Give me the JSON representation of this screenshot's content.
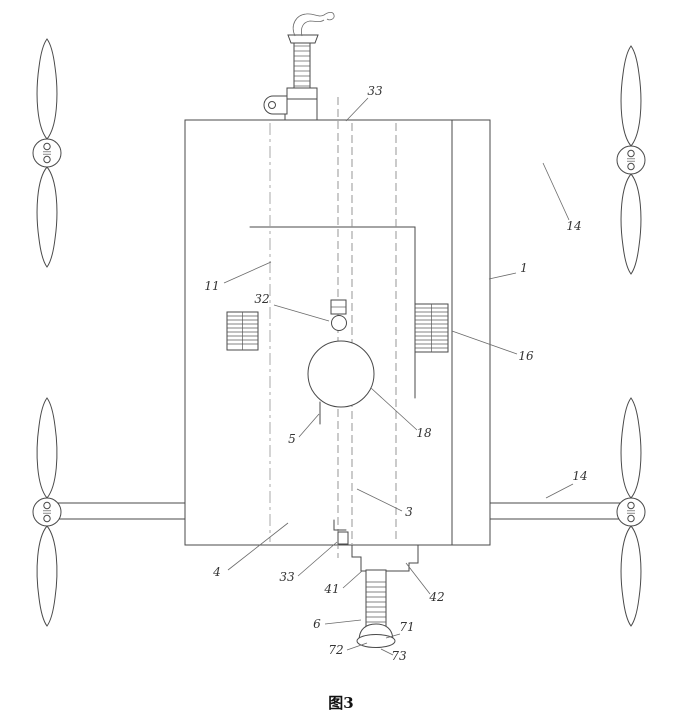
{
  "figure": {
    "caption": "图3",
    "colors": {
      "line": "#4a4a4a",
      "background": "#ffffff"
    },
    "labels": [
      {
        "text": "33",
        "position": "top-center"
      },
      {
        "text": "14",
        "position": "upper-right"
      },
      {
        "text": "1",
        "position": "right"
      },
      {
        "text": "11",
        "position": "left"
      },
      {
        "text": "32",
        "position": "left-center"
      },
      {
        "text": "16",
        "position": "right-center"
      },
      {
        "text": "5",
        "position": "center-left"
      },
      {
        "text": "18",
        "position": "center"
      },
      {
        "text": "14",
        "position": "right-lower"
      },
      {
        "text": "3",
        "position": "center-lower"
      },
      {
        "text": "4",
        "position": "bottom-left"
      },
      {
        "text": "33",
        "position": "bottom-center"
      },
      {
        "text": "41",
        "position": "bottom"
      },
      {
        "text": "42",
        "position": "bottom-right"
      },
      {
        "text": "6",
        "position": "bottom"
      },
      {
        "text": "71",
        "position": "bottom"
      },
      {
        "text": "72",
        "position": "bottom"
      },
      {
        "text": "73",
        "position": "bottom"
      }
    ]
  }
}
